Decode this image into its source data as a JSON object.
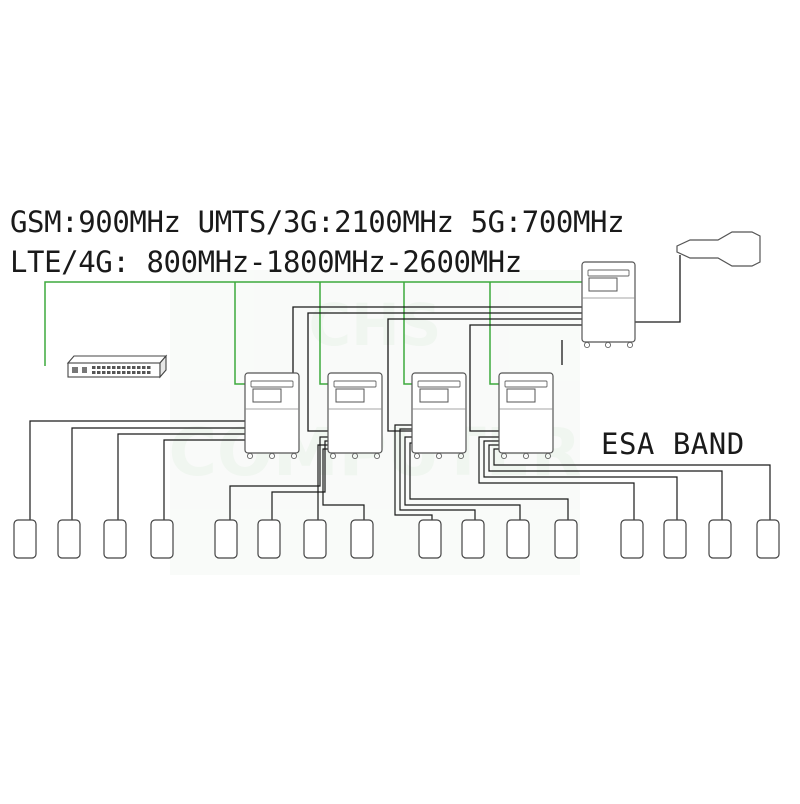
{
  "header": {
    "line1": "GSM:900MHz UMTS/3G:2100MHz 5G:700MHz",
    "line2": "LTE/4G: 800MHz-1800MHz-2600MHz"
  },
  "esa_label": "ESA BAND",
  "watermark": "CHS COMPUTER",
  "colors": {
    "network_cable": "#3daa3d",
    "coax_cable": "#1a1a1a",
    "device_outline": "#555555",
    "watermark": "#eaf3ea"
  },
  "icons": [
    "antenna-icon",
    "network-switch-icon",
    "master-unit-icon",
    "remote-unit-icon",
    "indoor-antenna-icon"
  ]
}
